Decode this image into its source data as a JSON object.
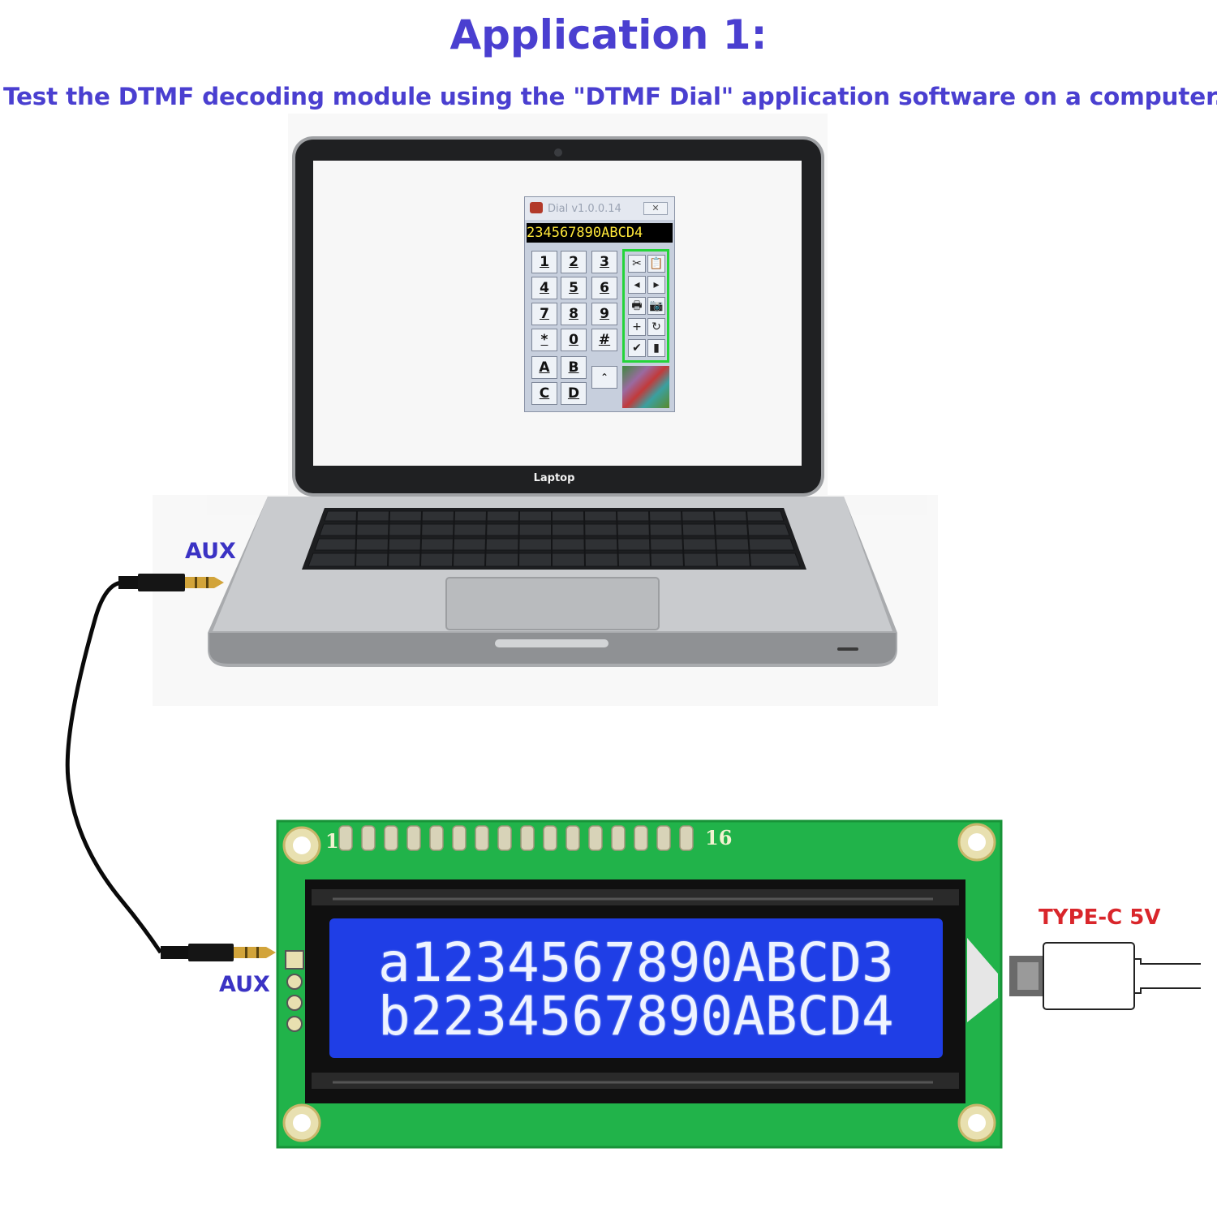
{
  "title": "Application 1:",
  "subtitle": "Test the DTMF decoding module using the \"DTMF Dial\" application software on a computer.",
  "labels": {
    "aux_top": "AUX",
    "aux_bottom": "AUX",
    "typec": "TYPE-C 5V",
    "laptop_brand": "Laptop",
    "pin_1": "1",
    "pin_16": "16"
  },
  "dial_app": {
    "window_title": "Dial v1.0.0.14",
    "close_glyph": "✕",
    "display": "234567890ABCD4",
    "keys": [
      "1",
      "2",
      "3",
      "4",
      "5",
      "6",
      "7",
      "8",
      "9",
      "*",
      "0",
      "#",
      "A",
      "B",
      "C",
      "D"
    ],
    "scroll_glyph": "⌃",
    "tools": [
      "✂",
      "📋",
      "◂",
      "▸",
      "🖶",
      "📷",
      "+",
      "↻",
      "✔",
      "▮"
    ]
  },
  "lcd": {
    "line1": "a1234567890ABCD3",
    "line2": "b2234567890ABCD4"
  },
  "colors": {
    "heading": "#4a3fd0",
    "aux": "#3b33c4",
    "typec": "#d9262b",
    "pcb": "#22b04a",
    "lcd_bg": "#1f3ee6",
    "dial_display_text": "#ffe83a"
  }
}
